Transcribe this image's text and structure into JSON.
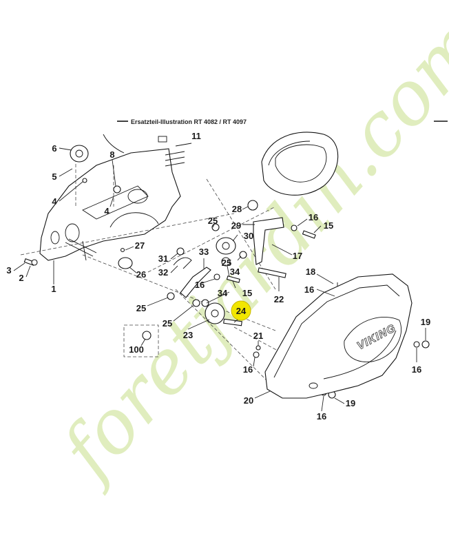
{
  "header": {
    "text": "Ersatzteil-Illustration RT 4082 / RT 4097"
  },
  "brand_logo": "VIKING",
  "watermark": "foretjardin.com",
  "highlight": {
    "label": "24",
    "color": "#f2e600"
  },
  "callouts": {
    "c6": "6",
    "c5": "5",
    "c4a": "4",
    "c4b": "4",
    "c8": "8",
    "c11": "11",
    "c3": "3",
    "c2": "2",
    "c1": "1",
    "c27": "27",
    "c26": "26",
    "c31": "31",
    "c32": "32",
    "c33": "33",
    "c25a": "25",
    "c25b": "25",
    "c25c": "25",
    "c25d": "25",
    "c28": "28",
    "c29": "29",
    "c30": "30",
    "c34a": "34",
    "c34b": "34",
    "c16a": "16",
    "c16b": "16",
    "c16c": "16",
    "c16d": "16",
    "c16e": "16",
    "c16f": "16",
    "c15a": "15",
    "c15b": "15",
    "c17": "17",
    "c22": "22",
    "c18": "18",
    "c23": "23",
    "c21": "21",
    "c100": "100",
    "c20": "20",
    "c19a": "19",
    "c19b": "19"
  },
  "colors": {
    "watermark_green": "#c7e08a",
    "watermark_tan": "#c9bfae",
    "watermark_orange": "#f3c98b"
  }
}
